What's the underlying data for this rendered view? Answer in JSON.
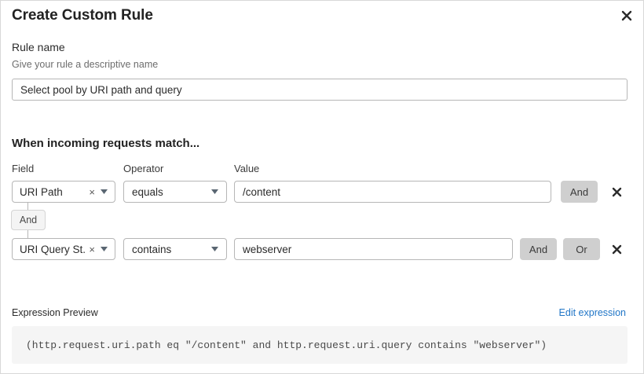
{
  "dialog": {
    "title": "Create Custom Rule",
    "close_icon": "close-icon"
  },
  "rule_name": {
    "label": "Rule name",
    "help_text": "Give your rule a descriptive name",
    "value": "Select pool by URI path and query",
    "placeholder": "Select pool by URI path and query"
  },
  "match_section": {
    "heading": "When incoming requests match...",
    "columns": {
      "field": "Field",
      "operator": "Operator",
      "value": "Value"
    },
    "rows": [
      {
        "field": "URI Path",
        "operator": "equals",
        "value": "/content",
        "clear_icon": "×",
        "caret_icon": "chevron-down-icon",
        "buttons": [
          "And"
        ],
        "remove_icon": "close-icon"
      },
      {
        "field": "URI Query St...",
        "operator": "contains",
        "value": "webserver",
        "clear_icon": "×",
        "caret_icon": "chevron-down-icon",
        "buttons": [
          "And",
          "Or"
        ],
        "remove_icon": "close-icon"
      }
    ],
    "connector": {
      "label": "And"
    }
  },
  "expression_preview": {
    "label": "Expression Preview",
    "edit_link": "Edit expression",
    "expression": "(http.request.uri.path eq \"/content\" and http.request.uri.query contains \"webserver\")"
  },
  "colors": {
    "accent_link": "#2176c7",
    "logic_button_bg": "#cfcfcf",
    "connector_bg": "#f4f4f4",
    "expression_bg": "#f5f5f5",
    "border": "#b6b6b6"
  }
}
